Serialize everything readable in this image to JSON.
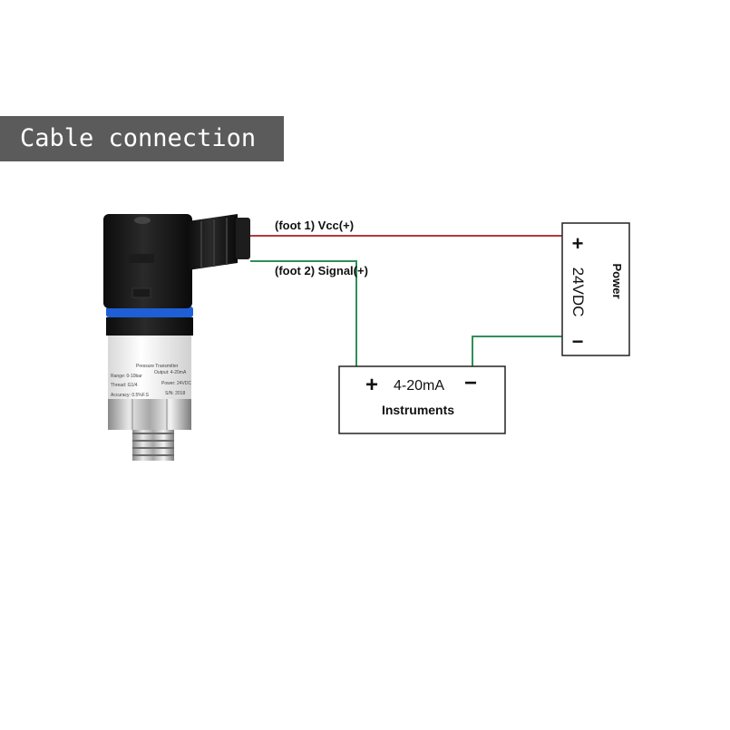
{
  "title": "Cable connection",
  "wires": {
    "vcc_label": "(foot 1) Vcc(+)",
    "signal_label": "(foot 2) Signal(+)",
    "vcc_color": "#b23a3a",
    "signal_color": "#2f8f5a"
  },
  "power_box": {
    "title": "Power",
    "voltage": "24VDC",
    "plus": "+",
    "minus": "−"
  },
  "instruments_box": {
    "title": "Instruments",
    "current": "4-20mA",
    "plus": "+",
    "minus": "−"
  },
  "sensor": {
    "body_label_1": "Pressure Transmitter",
    "body_label_2": "Range: 0-10bar",
    "body_label_3": "Output: 4-20mA",
    "body_label_4": "Thread: G1/4",
    "body_label_5": "Power: 24VDC",
    "body_label_6": "Accuracy: 0.5%F.S",
    "body_label_7": "S/N: 2018",
    "band_color": "#1f5fd6"
  }
}
